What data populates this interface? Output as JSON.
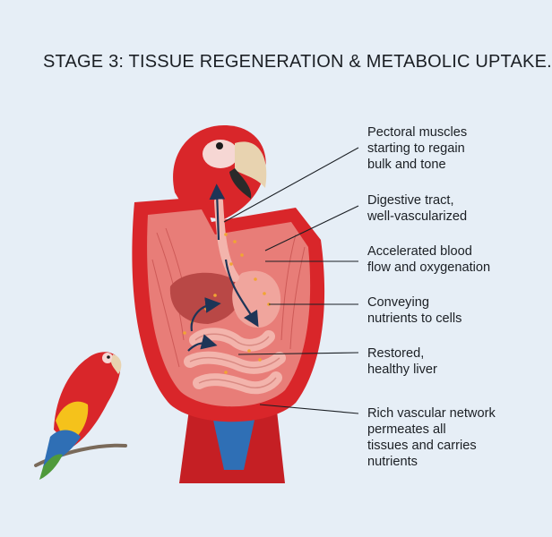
{
  "title": "STAGE 3: TISSUE REGENERATION & METABOLIC UPTAKE.",
  "colors": {
    "background": "#e6eef6",
    "body_red": "#d9262a",
    "muscle_pink": "#ee9e9a",
    "intestine_pink": "#f3b4ac",
    "liver": "#b94846",
    "arrow_navy": "#1d3557",
    "nutrient_dots": "#f1a533",
    "beak": "#e8d3b0",
    "parrot_yellow": "#f5c21b",
    "parrot_blue": "#2f6fb5",
    "parrot_green": "#4f9a3b"
  },
  "labels": [
    {
      "id": "pectoral",
      "lines": [
        "Pectoral muscles",
        "starting to regain",
        "bulk and tone"
      ]
    },
    {
      "id": "digestive",
      "lines": [
        "Digestive tract,",
        "well-vascularized"
      ]
    },
    {
      "id": "bloodflow",
      "lines": [
        "Accelerated blood",
        "flow and oxygenation"
      ]
    },
    {
      "id": "nutrients",
      "lines": [
        "Conveying",
        "nutrients to cells"
      ]
    },
    {
      "id": "liver",
      "lines": [
        "Restored,",
        "healthy liver"
      ]
    },
    {
      "id": "vascular",
      "lines": [
        "Rich vascular network",
        "permeates all",
        "tissues and carries",
        "nutrients"
      ]
    }
  ]
}
